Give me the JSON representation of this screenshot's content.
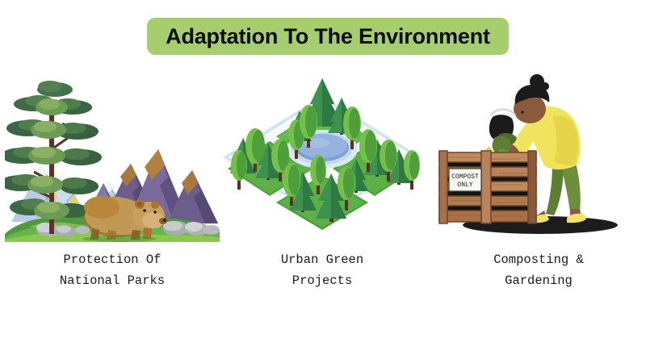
{
  "slide": {
    "background_color": "#ffffff",
    "title": {
      "text": "Adaptation To The Environment",
      "banner_color": "#a6ce6e",
      "text_color": "#0d0d0d"
    },
    "columns": [
      {
        "id": "protection-of-national-parks",
        "caption": "Protection Of\nNational Parks",
        "illustration": {
          "name": "national-park-scene",
          "elements": [
            "pine-tree",
            "purple-mountains",
            "blue-mountains",
            "green-hills",
            "brown-bear",
            "gray-rocks",
            "shrubs"
          ],
          "colors": {
            "mountain_purple": "#6d5d8e",
            "mountain_slate": "#8f8fb4",
            "mountain_sun": "#a8793f",
            "mountain_blue": "#9fb6d8",
            "grass_light": "#8dc63f",
            "grass_mid": "#57a847",
            "grass_dark": "#3c8a3c",
            "tree_foliage_dark": "#3f6b44",
            "tree_foliage_mid": "#5c8f4e",
            "tree_foliage_light": "#7aa95a",
            "trunk": "#6b3a2e",
            "bear_body": "#a9742f",
            "bear_light": "#c9a061",
            "rock": "#b9bcbe"
          }
        }
      },
      {
        "id": "urban-green-projects",
        "caption": "Urban Green\nProjects",
        "illustration": {
          "name": "isometric-city-park",
          "elements": [
            "isometric-base",
            "white-walking-paths",
            "lawn-quadrants",
            "conifer-trees",
            "round-trees",
            "circular-pond"
          ],
          "colors": {
            "base_white": "#f4f8f9",
            "path_edge": "#cfe3ec",
            "lawn": "#5cb045",
            "lawn_light": "#76c15a",
            "pond_water": "#7e9fd4",
            "pond_rim": "#c9dcea",
            "conifer_dark": "#2f7a43",
            "conifer_mid": "#3f9150",
            "round_tree": "#74c04a",
            "round_tree_dark": "#4e9e3b",
            "trunk": "#5b3322"
          }
        }
      },
      {
        "id": "composting-and-gardening",
        "caption": "Composting &\nGardening",
        "illustration": {
          "name": "person-composting",
          "sign_text_line1": "COMPOST",
          "sign_text_line2": "ONLY",
          "elements": [
            "wooden-compost-bin",
            "compost-only-sign",
            "person-emptying-bucket",
            "bucket",
            "food-scraps",
            "shadow"
          ],
          "colors": {
            "wood_light": "#c08b5c",
            "wood_mid": "#a8714a",
            "wood_dark": "#8b5a38",
            "bin_gap": "#141414",
            "sign_paper": "#f7f6f1",
            "shirt_yellow": "#f2e35c",
            "pants_green": "#6d8f3d",
            "shoes_yellow": "#f2e35c",
            "skin": "#8a5a3b",
            "hair": "#1b1b1b",
            "scraps_green": "#5d7f33",
            "scraps_yellow": "#e3d55a",
            "shadow": "#1c1c1c"
          }
        }
      }
    ]
  }
}
